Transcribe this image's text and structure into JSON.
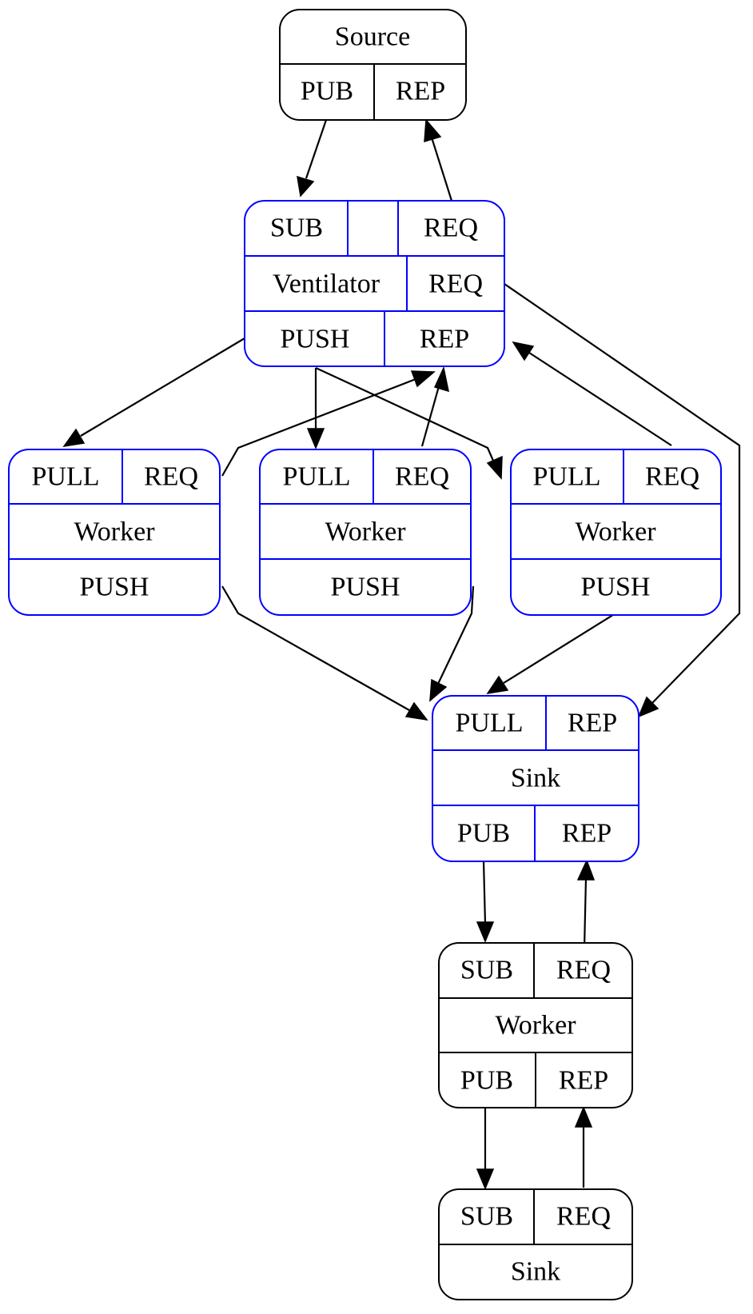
{
  "colors": {
    "blue_stroke": "#0000ff",
    "black_stroke": "#000000",
    "text": "#000000",
    "background": "#ffffff"
  },
  "nodes": {
    "source": {
      "rows": [
        [
          "Source"
        ],
        [
          "PUB",
          "REP"
        ]
      ],
      "stroke": "#000000"
    },
    "ventilator": {
      "rows": [
        [
          "SUB",
          "",
          "REQ"
        ],
        [
          "Ventilator",
          "REQ"
        ],
        [
          "PUSH",
          "REP"
        ]
      ],
      "stroke": "#0000ff"
    },
    "worker_1": {
      "rows": [
        [
          "PULL",
          "REQ"
        ],
        [
          "Worker"
        ],
        [
          "PUSH"
        ]
      ],
      "stroke": "#0000ff"
    },
    "worker_2": {
      "rows": [
        [
          "PULL",
          "REQ"
        ],
        [
          "Worker"
        ],
        [
          "PUSH"
        ]
      ],
      "stroke": "#0000ff"
    },
    "worker_3": {
      "rows": [
        [
          "PULL",
          "REQ"
        ],
        [
          "Worker"
        ],
        [
          "PUSH"
        ]
      ],
      "stroke": "#0000ff"
    },
    "sink_1": {
      "rows": [
        [
          "PULL",
          "REP"
        ],
        [
          "Sink"
        ],
        [
          "PUB",
          "REP"
        ]
      ],
      "stroke": "#0000ff"
    },
    "worker_4": {
      "rows": [
        [
          "SUB",
          "REQ"
        ],
        [
          "Worker"
        ],
        [
          "PUB",
          "REP"
        ]
      ],
      "stroke": "#000000"
    },
    "sink_2": {
      "rows": [
        [
          "SUB",
          "REQ"
        ],
        [
          "Sink"
        ]
      ],
      "stroke": "#000000"
    }
  },
  "edges": [
    {
      "from": "source.PUB",
      "to": "ventilator.SUB"
    },
    {
      "from": "ventilator.REQ",
      "to": "source.REP"
    },
    {
      "from": "ventilator.PUSH",
      "to": "worker_1.PULL"
    },
    {
      "from": "ventilator.PUSH",
      "to": "worker_2.PULL"
    },
    {
      "from": "ventilator.PUSH",
      "to": "worker_3.PULL"
    },
    {
      "from": "worker_1.REQ",
      "to": "ventilator.REP"
    },
    {
      "from": "worker_2.REQ",
      "to": "ventilator.REP"
    },
    {
      "from": "worker_3.REQ",
      "to": "ventilator.REP"
    },
    {
      "from": "ventilator.REQ",
      "to": "sink_1.REP"
    },
    {
      "from": "worker_1.PUSH",
      "to": "sink_1.PULL"
    },
    {
      "from": "worker_2.PUSH",
      "to": "sink_1.PULL"
    },
    {
      "from": "worker_3.PUSH",
      "to": "sink_1.PULL"
    },
    {
      "from": "sink_1.PUB",
      "to": "worker_4.SUB"
    },
    {
      "from": "worker_4.REQ",
      "to": "sink_1.REP"
    },
    {
      "from": "worker_4.PUB",
      "to": "sink_2.SUB"
    },
    {
      "from": "sink_2.REQ",
      "to": "worker_4.REP"
    }
  ]
}
